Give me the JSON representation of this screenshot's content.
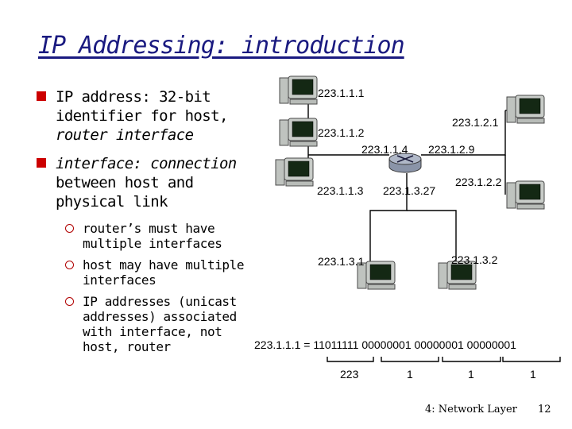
{
  "slide": {
    "title": "IP Addressing: introduction",
    "bullets": [
      {
        "lines": [
          "IP address: 32-bit",
          "identifier for host,",
          "router interface"
        ]
      },
      {
        "lines": [
          "interface: connection",
          "between host and",
          "physical link"
        ]
      }
    ],
    "subbullets": [
      {
        "lines": [
          "router’s must have",
          "multiple interfaces"
        ]
      },
      {
        "lines": [
          "host may have multiple",
          "interfaces"
        ]
      },
      {
        "lines": [
          "IP addresses (unicast",
          "addresses) associated",
          "with interface, not",
          "host, router"
        ]
      }
    ]
  },
  "diagram": {
    "addresses": {
      "h1": "223.1.1.1",
      "h2": "223.1.1.2",
      "h3": "223.1.1.3",
      "r_if1": "223.1.1.4",
      "r_if2": "223.1.2.9",
      "r_if3": "223.1.3.27",
      "h4": "223.1.2.1",
      "h5": "223.1.2.2",
      "h6": "223.1.3.1",
      "h7": "223.1.3.2"
    },
    "binary_example": "223.1.1.1 = 11011111 00000001 00000001 00000001",
    "octets": [
      "223",
      "1",
      "1",
      "1"
    ]
  },
  "footer": {
    "chapter": "4: Network Layer",
    "page": "12"
  }
}
